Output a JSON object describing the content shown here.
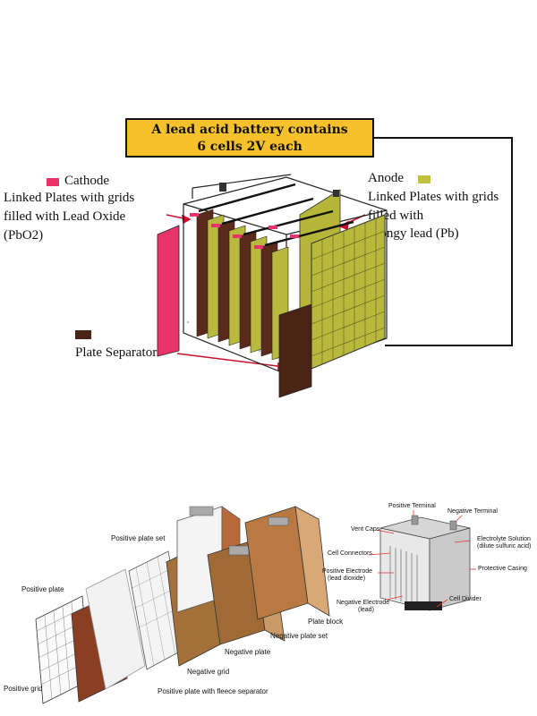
{
  "top": {
    "title_line1": "A lead acid battery contains",
    "title_line2": "6 cells 2V each",
    "cathode": {
      "label": "Cathode",
      "desc_line1": "Linked Plates with grids",
      "desc_line2": "filled with  Lead Oxide",
      "desc_line3": "(PbO2)",
      "color": "#e8336b"
    },
    "anode": {
      "label": "Anode",
      "desc_line1": "Linked Plates with grids",
      "desc_line2": "filled with",
      "desc_line3": "spongy lead (Pb)",
      "color": "#c2c23a"
    },
    "separator": {
      "label": "Plate Separator",
      "color": "#4a2414"
    }
  },
  "exploded": {
    "positive_plate_set": "Positive plate set",
    "positive_plate": "Positive plate",
    "positive_grid": "Positive grid",
    "fleece": "Positive plate with fleece separator",
    "negative_grid": "Negative grid",
    "negative_plate": "Negative plate",
    "negative_plate_set": "Negative plate set",
    "plate_block": "Plate block"
  },
  "cutaway": {
    "positive_terminal": "Positive Terminal",
    "negative_terminal": "Negative Terminal",
    "vent_caps": "Vent Caps",
    "electrolyte_line1": "Electrolyte Solution",
    "electrolyte_line2": "(dilute sulfuric acid)",
    "cell_connectors": "Cell Connectors",
    "positive_electrode_line1": "Positive Electrode",
    "positive_electrode_line2": "(lead dioxide)",
    "protective_casing": "Protective Casing",
    "negative_electrode_line1": "Negative Electrode",
    "negative_electrode_line2": "(lead)",
    "cell_divider": "Cell Divider"
  }
}
